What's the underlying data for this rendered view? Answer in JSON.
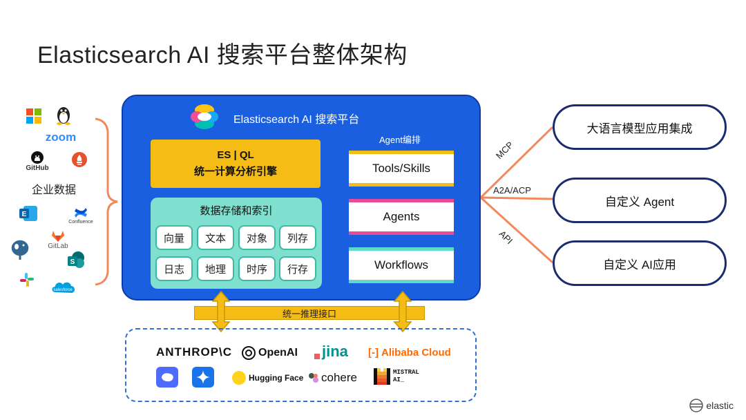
{
  "title": "Elasticsearch AI 搜索平台整体架构",
  "left_sources": {
    "group_label": "企业数据",
    "zoom": "zoom",
    "github": "GitHub",
    "confluence": "Confluence",
    "gitlab": "GitLab",
    "salesforce": "salesforce",
    "icons": [
      "windows-icon",
      "linux-icon",
      "zoom-icon",
      "github-icon",
      "prometheus-icon",
      "exchange-icon",
      "confluence-icon",
      "gitlab-icon",
      "postgres-icon",
      "sharepoint-icon",
      "slack-icon",
      "salesforce-icon"
    ]
  },
  "platform": {
    "title": "Elasticsearch AI 搜索平台",
    "esql": {
      "line1": "ES | QL",
      "line2": "统一计算分析引擎"
    },
    "storage": {
      "title": "数据存储和索引",
      "cells": [
        "向量",
        "文本",
        "对象",
        "列存",
        "日志",
        "地理",
        "时序",
        "行存"
      ]
    },
    "agent_section": {
      "label": "Agent编排",
      "items": [
        "Tools/Skills",
        "Agents",
        "Workflows"
      ]
    }
  },
  "connectors": {
    "mcp": "MCP",
    "a2a": "A2A/ACP",
    "api": "API"
  },
  "outputs": [
    "大语言模型应用集成",
    "自定义 Agent",
    "自定义 AI应用"
  ],
  "inference_bar": "统一推理接口",
  "providers": {
    "anthropic": "ANTHROP\\C",
    "openai": "OpenAI",
    "jina": "jina",
    "alibaba": "Alibaba Cloud",
    "huggingface": "Hugging Face",
    "cohere": "cohere",
    "mistral_line1": "MISTRAL",
    "mistral_line2": "AI_"
  },
  "brand": "elastic",
  "colors": {
    "platform_blue": "#1a5fe0",
    "esql_yellow": "#f5bc16",
    "storage_teal": "#7fe0cf",
    "output_navy": "#1b2b6e",
    "connector_orange": "#f08a5d"
  }
}
